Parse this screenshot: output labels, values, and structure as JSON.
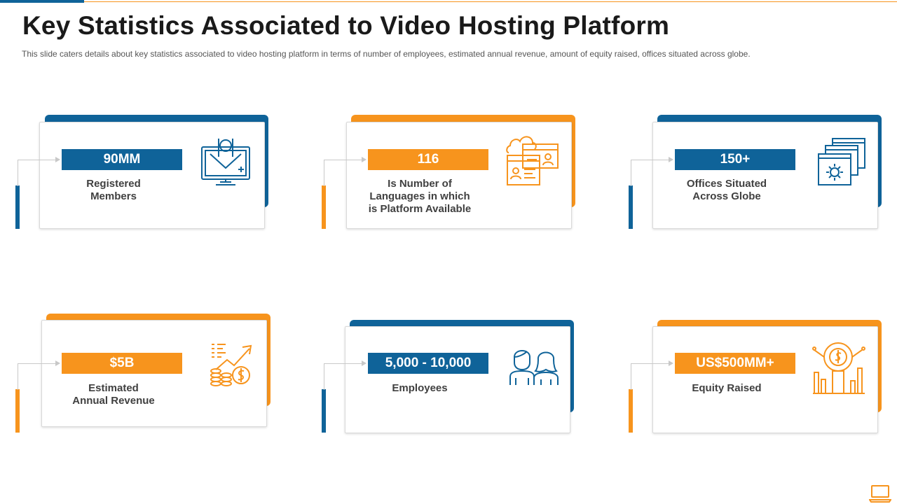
{
  "title": "Key Statistics Associated to Video Hosting Platform",
  "subtitle": "This slide caters details about key statistics associated to video  hosting platform in terms of number  of employees, estimated annual revenue,  amount of equity raised, offices situated across globe.",
  "colors": {
    "blue": "#0f6399",
    "orange": "#f7941d"
  },
  "stats": [
    {
      "value": "90MM",
      "label": "Registered\nMembers",
      "accent": "blue",
      "icon": "video-call-icon"
    },
    {
      "value": "116",
      "label": "Is Number of\nLanguages in which\nis Platform Available",
      "accent": "orange",
      "icon": "cloud-profiles-icon"
    },
    {
      "value": "150+",
      "label": "Offices Situated\nAcross Globe",
      "accent": "blue",
      "icon": "settings-windows-icon"
    },
    {
      "value": "$5B",
      "label": "Estimated\nAnnual Revenue",
      "accent": "orange",
      "icon": "revenue-growth-icon"
    },
    {
      "value": "5,000 - 10,000",
      "label": "Employees",
      "accent": "blue",
      "icon": "employees-icon"
    },
    {
      "value": "US$500MM+",
      "label": "Equity Raised",
      "accent": "orange",
      "icon": "equity-chart-icon"
    }
  ],
  "footer_icon": "laptop-icon"
}
